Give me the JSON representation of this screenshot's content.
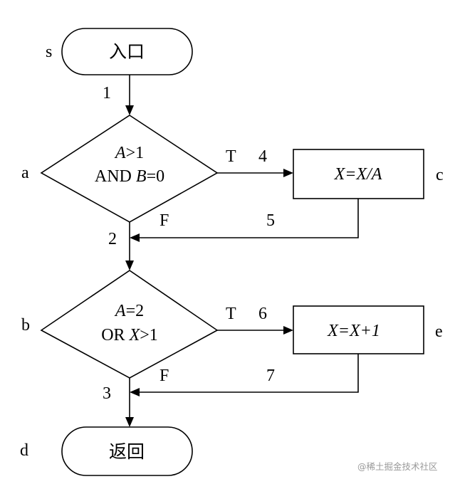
{
  "start": {
    "node_label": "s",
    "text": "入口"
  },
  "decision_a": {
    "node_label": "a",
    "line1": {
      "var": "A",
      "rest": ">1"
    },
    "line2": {
      "prefix": "AND ",
      "var": "B",
      "rest": "=0"
    }
  },
  "process_c": {
    "node_label": "c",
    "text": "X=X/A"
  },
  "decision_b": {
    "node_label": "b",
    "line1": {
      "var": "A",
      "rest": "=2"
    },
    "line2": {
      "prefix": "OR ",
      "var": "X",
      "rest": ">1"
    }
  },
  "process_e": {
    "node_label": "e",
    "text": "X=X+1"
  },
  "end": {
    "node_label": "d",
    "text": "返回"
  },
  "edges": {
    "e1": "1",
    "e2": "2",
    "e3": "3",
    "e4": "4",
    "e5": "5",
    "e6": "6",
    "e7": "7"
  },
  "branches": {
    "a_true": "T",
    "a_false": "F",
    "b_true": "T",
    "b_false": "F"
  },
  "watermark": "@稀土掘金技术社区"
}
